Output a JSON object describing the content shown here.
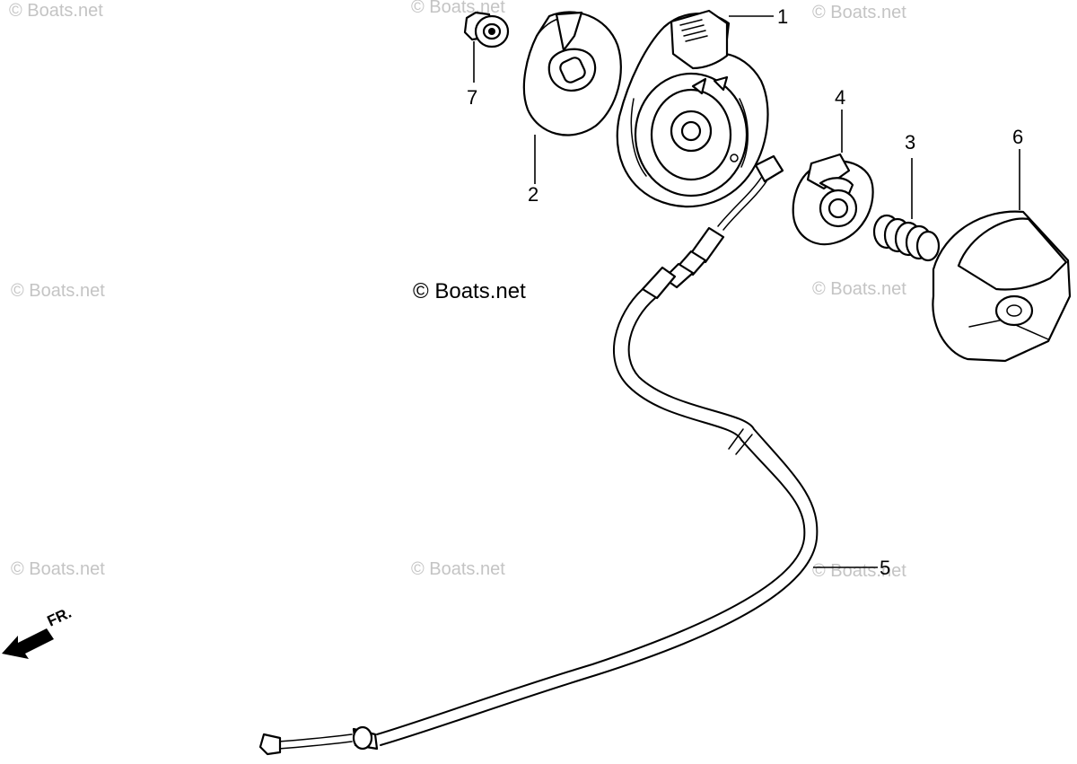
{
  "watermark_text": "© Boats.net",
  "copyright_label": "© Boats.net",
  "front_arrow_label": "FR.",
  "callouts": [
    "1",
    "2",
    "3",
    "4",
    "5",
    "6",
    "7"
  ],
  "parts": [
    {
      "callout": "1",
      "name": "throttle-housing"
    },
    {
      "callout": "2",
      "name": "housing-cover-plate"
    },
    {
      "callout": "3",
      "name": "return-spring"
    },
    {
      "callout": "4",
      "name": "throttle-cam"
    },
    {
      "callout": "5",
      "name": "throttle-cable"
    },
    {
      "callout": "6",
      "name": "lever-cover"
    },
    {
      "callout": "7",
      "name": "nut"
    }
  ]
}
